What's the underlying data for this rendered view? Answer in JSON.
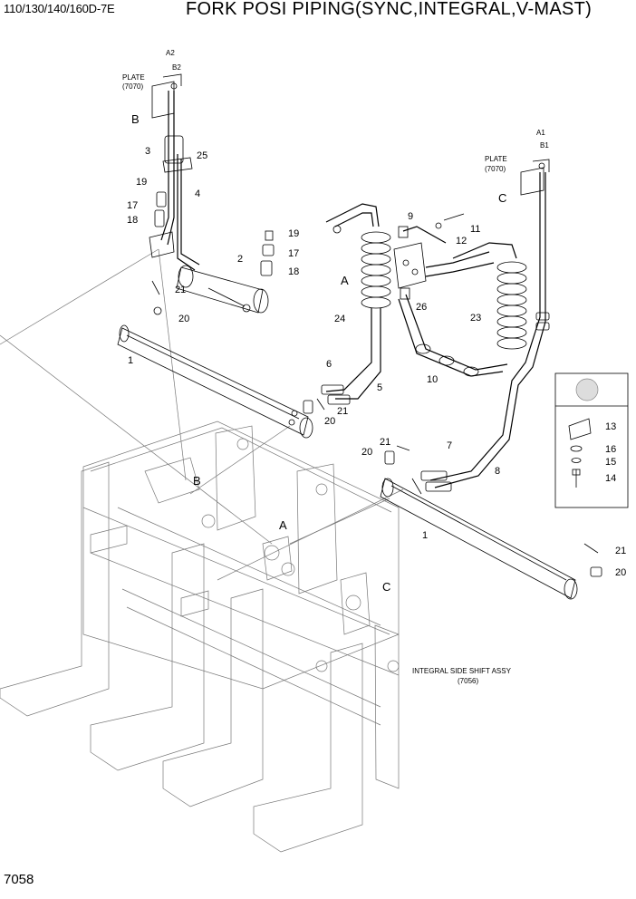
{
  "header": {
    "model": "110/130/140/160D-7E",
    "title": "FORK POSI PIPING(SYNC,INTEGRAL,V-MAST)"
  },
  "page_number": "7058",
  "references": {
    "plate_left": {
      "name": "PLATE",
      "code": "(7070)",
      "port_a": "A2",
      "port_b": "B2",
      "callout": "B"
    },
    "plate_right": {
      "name": "PLATE",
      "code": "(7070)",
      "port_a": "A1",
      "port_b": "B1",
      "callout": "C"
    },
    "assembly": {
      "name": "INTEGRAL SIDE SHIFT ASSY",
      "code": "(7056)"
    }
  },
  "callouts": {
    "n1": "1",
    "n2": "2",
    "n3": "3",
    "n4": "4",
    "n5": "5",
    "n6": "6",
    "n7": "7",
    "n8": "8",
    "n9": "9",
    "n10": "10",
    "n11": "11",
    "n12": "12",
    "n13": "13",
    "n14": "14",
    "n15": "15",
    "n16": "16",
    "n17": "17",
    "n18": "18",
    "n19": "19",
    "n20": "20",
    "n21": "21",
    "n23": "23",
    "n24": "24",
    "n25": "25",
    "n26": "26",
    "A": "A",
    "B": "B",
    "C": "C"
  }
}
